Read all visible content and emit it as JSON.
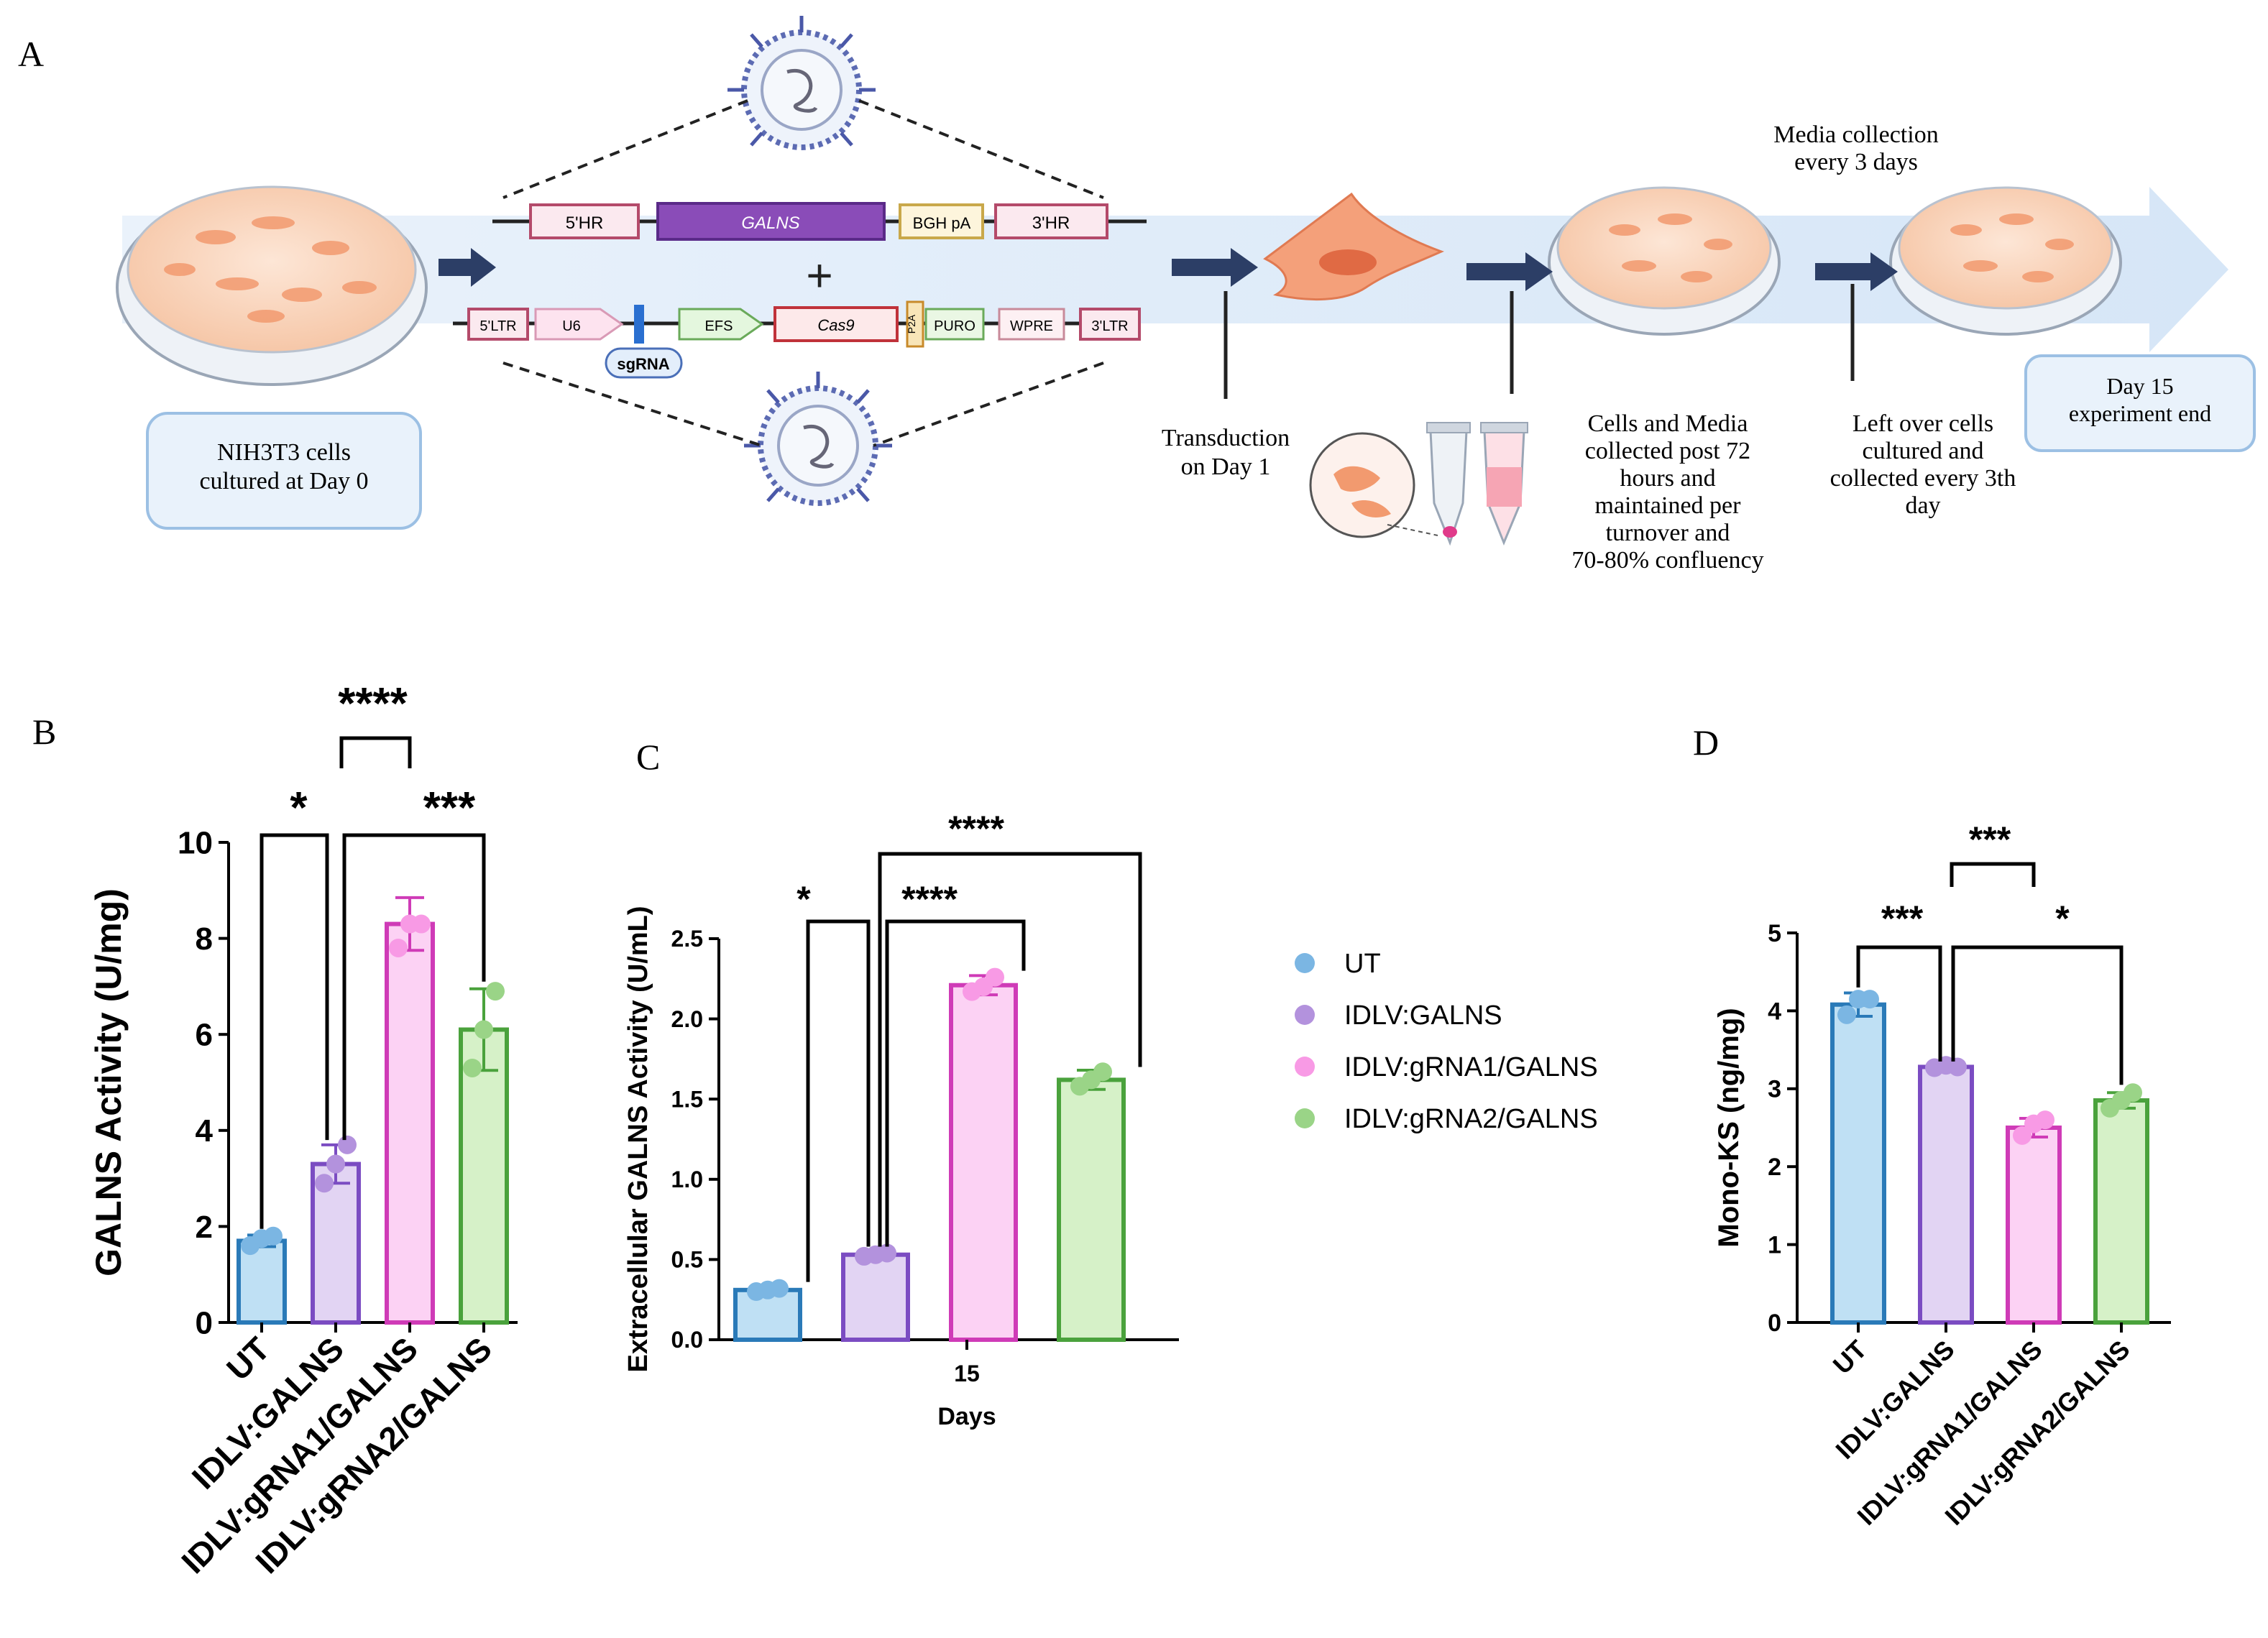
{
  "panel_labels": {
    "a": "A",
    "b": "B",
    "c": "C",
    "d": "D"
  },
  "workflow": {
    "start_box": "NIH3T3 cells cultured at Day 0",
    "transduction": "Transduction on Day 1",
    "media_collection_title": "Media collection every 3 days",
    "cells_media_note": "Cells and Media collected post 72 hours and maintained per turnover and 70-80% confluency",
    "leftover_note": "Left over cells cultured and collected every 3th day",
    "end_box": "Day 15 experiment end",
    "donor_construct": [
      "5'HR",
      "GALNS",
      "BGH pA",
      "3'HR"
    ],
    "plus_sign": "+",
    "cas9_construct": [
      "5'LTR",
      "U6",
      "EFS",
      "Cas9",
      "P2A",
      "PURO",
      "WPRE",
      "3'LTR"
    ],
    "sgrna_label": "sgRNA"
  },
  "legend": [
    "UT",
    "IDLV:GALNS",
    "IDLV:gRNA1/GALNS",
    "IDLV:gRNA2/GALNS"
  ],
  "colors": {
    "UT": {
      "fill": "#bfe0f4",
      "stroke": "#2a7ab8",
      "dot": "#7bb6e3"
    },
    "IDLV:GALNS": {
      "fill": "#e2d4f3",
      "stroke": "#7b4cc2",
      "dot": "#b392dd"
    },
    "IDLV:gRNA1/GALNS": {
      "fill": "#fcd2f4",
      "stroke": "#cf3bb7",
      "dot": "#f89ae5"
    },
    "IDLV:gRNA2/GALNS": {
      "fill": "#d6f1c8",
      "stroke": "#4aa23c",
      "dot": "#9ad487"
    },
    "arrow": "#2c3e66"
  },
  "chart_data": [
    {
      "panel": "B",
      "type": "bar",
      "categories": [
        "UT",
        "IDLV:GALNS",
        "IDLV:gRNA1/GALNS",
        "IDLV:gRNA2/GALNS"
      ],
      "values": [
        1.7,
        3.3,
        8.3,
        6.1
      ],
      "errors": [
        0.12,
        0.4,
        0.55,
        0.85
      ],
      "points": [
        [
          1.6,
          1.75,
          1.8
        ],
        [
          2.9,
          3.3,
          3.7
        ],
        [
          7.8,
          8.3,
          8.3
        ],
        [
          5.3,
          6.1,
          6.9
        ]
      ],
      "xlabel": "",
      "ylabel": "GALNS Activity (U/mg)",
      "ylim": [
        0,
        10
      ],
      "yticks": [
        "0",
        "2",
        "4",
        "6",
        "8",
        "10"
      ],
      "significance": [
        {
          "from": 0,
          "to": 1,
          "label": "*"
        },
        {
          "from": 1,
          "to": 2,
          "label": "****"
        },
        {
          "from": 1,
          "to": 3,
          "label": "***"
        }
      ]
    },
    {
      "panel": "C",
      "type": "bar",
      "categories": [
        "15"
      ],
      "series": [
        {
          "name": "UT",
          "value": 0.31,
          "error": 0.01,
          "points": [
            0.3,
            0.31,
            0.32
          ]
        },
        {
          "name": "IDLV:GALNS",
          "value": 0.53,
          "error": 0.02,
          "points": [
            0.52,
            0.53,
            0.54
          ]
        },
        {
          "name": "IDLV:gRNA1/GALNS",
          "value": 2.21,
          "error": 0.06,
          "points": [
            2.17,
            2.2,
            2.26
          ]
        },
        {
          "name": "IDLV:gRNA2/GALNS",
          "value": 1.62,
          "error": 0.06,
          "points": [
            1.58,
            1.62,
            1.67
          ]
        }
      ],
      "xlabel": "Days",
      "ylabel": "Extracellular GALNS Activity (U/mL)",
      "ylim": [
        0,
        2.5
      ],
      "yticks": [
        "0.0",
        "0.5",
        "1.0",
        "1.5",
        "2.0",
        "2.5"
      ],
      "significance": [
        {
          "from": 0,
          "to": 1,
          "label": "*"
        },
        {
          "from": 1,
          "to": 2,
          "label": "****"
        },
        {
          "from": 1,
          "to": 3,
          "label": "****"
        }
      ]
    },
    {
      "panel": "D",
      "type": "bar",
      "categories": [
        "UT",
        "IDLV:GALNS",
        "IDLV:gRNA1/GALNS",
        "IDLV:gRNA2/GALNS"
      ],
      "values": [
        4.08,
        3.28,
        2.5,
        2.85
      ],
      "errors": [
        0.15,
        0.04,
        0.12,
        0.1
      ],
      "points": [
        [
          3.95,
          4.15,
          4.15
        ],
        [
          3.27,
          3.3,
          3.28
        ],
        [
          2.4,
          2.55,
          2.6
        ],
        [
          2.75,
          2.85,
          2.95
        ]
      ],
      "xlabel": "",
      "ylabel": "Mono-KS (ng/mg)",
      "ylim": [
        0,
        5
      ],
      "yticks": [
        "0",
        "1",
        "2",
        "3",
        "4",
        "5"
      ],
      "significance": [
        {
          "from": 0,
          "to": 1,
          "label": "***"
        },
        {
          "from": 1,
          "to": 2,
          "label": "***"
        },
        {
          "from": 1,
          "to": 3,
          "label": "*"
        }
      ]
    }
  ]
}
